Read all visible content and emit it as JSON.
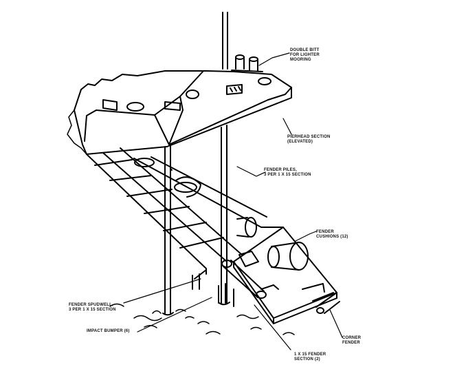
{
  "labels": {
    "double_bitt": [
      "DOUBLE BITT",
      "FOR LIGHTER",
      "MOORING"
    ],
    "pierhead": [
      "PIERHEAD SECTION",
      "(ELEVATED)"
    ],
    "fender_piles": [
      "FENDER PILES,",
      "3 PER 1 X 15 SECTION"
    ],
    "fender_cushions": [
      "FENDER",
      "CUSHIONS (12)"
    ],
    "fender_spudwell": [
      "FENDER SPUDWELL,",
      "3 PER 1 X 15 SECTION"
    ],
    "impact_bumper": [
      "IMPACT BUMPER (6)"
    ],
    "corner_fender": [
      "CORNER",
      "FENDER"
    ],
    "fender_section": [
      "1 X 15 FENDER",
      "SECTION (2)"
    ]
  }
}
